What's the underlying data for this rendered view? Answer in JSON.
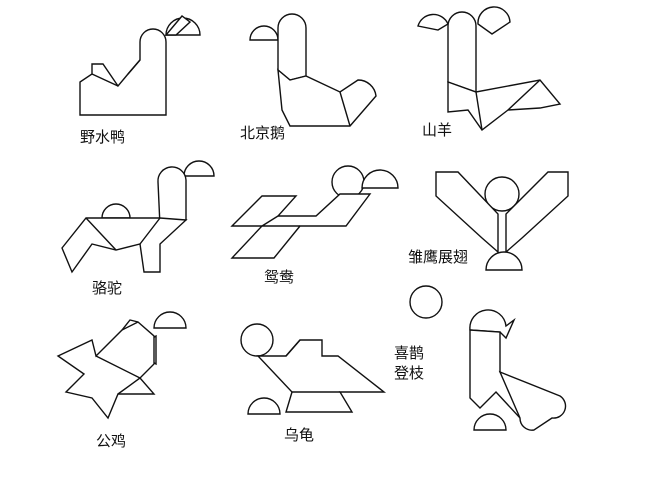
{
  "figures": [
    {
      "id": "wild-duck",
      "label": "野水鸭"
    },
    {
      "id": "peking-duck",
      "label": "北京鹅"
    },
    {
      "id": "goat",
      "label": "山羊"
    },
    {
      "id": "camel",
      "label": "骆驼"
    },
    {
      "id": "mandarin-duck",
      "label": "鸳鸯"
    },
    {
      "id": "eagle",
      "label": "雏鹰展翅"
    },
    {
      "id": "rooster",
      "label": "公鸡"
    },
    {
      "id": "turtle",
      "label": "乌龟"
    },
    {
      "id": "magpie",
      "label_line1": "喜鹊",
      "label_line2": "登枝"
    }
  ]
}
